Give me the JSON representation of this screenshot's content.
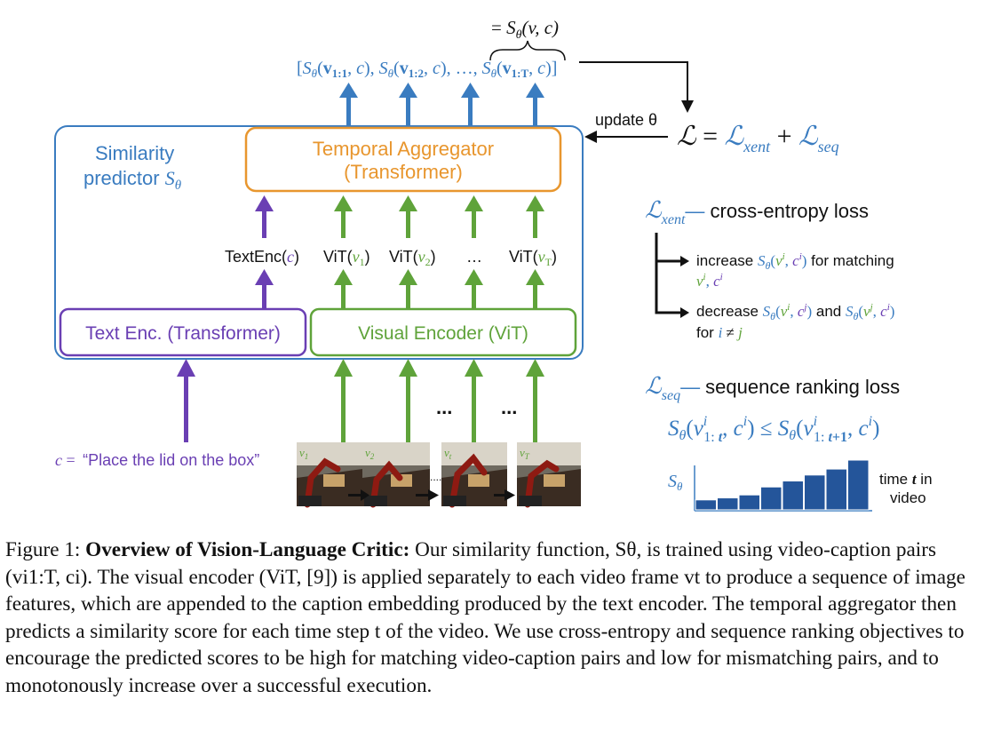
{
  "colors": {
    "blue": "#3a7cc0",
    "orange": "#e8962e",
    "purple": "#6a3fb3",
    "green": "#5fa33a",
    "black": "#111111",
    "bar_fill": "#24559a"
  },
  "top": {
    "equals_label": "= S",
    "equals_theta": "θ",
    "equals_args": "(v, c)",
    "scores_line": "[Sθ(v1:1, c), Sθ(v1:2, c), …, Sθ(v1:T, c)]"
  },
  "predictor": {
    "label_line1": "Similarity",
    "label_line2": "predictor S",
    "label_theta": "θ"
  },
  "aggregator": {
    "line1": "Temporal Aggregator",
    "line2": "(Transformer)"
  },
  "features": {
    "textenc": "TextEnc(",
    "textenc_arg": "c",
    "vit1": "ViT(",
    "vit1_arg": "v",
    "vit1_sub": "1",
    "vit2": "ViT(",
    "vit2_arg": "v",
    "vit2_sub": "2",
    "ellipsis": "…",
    "vitT": "ViT(",
    "vitT_arg": "v",
    "vitT_sub": "T",
    "close": ")"
  },
  "encoders": {
    "text": "Text Enc. (Transformer)",
    "visual": "Visual Encoder (ViT)"
  },
  "inputs": {
    "caption_var": "c =",
    "caption_text": "“Place the lid on the box”",
    "dots1": "...",
    "dots2": "...",
    "frame_labels": [
      "v1",
      "v2",
      "vt",
      "vT"
    ]
  },
  "loss": {
    "update_label": "update θ",
    "equation": "ℒ = ℒxent + ℒseq",
    "xent_symbol": "ℒxent",
    "xent_desc": "— cross-entropy loss",
    "increase_text": "increase",
    "increase_expr": "Sθ(vi, ci)",
    "increase_tail": "for matching",
    "increase_line2": "vi, ci",
    "decrease_text": "decrease",
    "decrease_expr1": "Sθ(vi, cj)",
    "decrease_and": "and",
    "decrease_expr2": "Sθ(vj, ci)",
    "decrease_line2": "for i ≠ j",
    "seq_symbol": "ℒseq",
    "seq_desc": "— sequence ranking loss",
    "rank_eq": "Sθ(vi1:t, ci) ≤ Sθ(vi1:t+1, ci)"
  },
  "chart_data": {
    "type": "bar",
    "ylabel": "Sθ",
    "xlabel": "time t in video",
    "values": [
      1,
      1.2,
      1.5,
      2.3,
      2.9,
      3.5,
      4.1,
      5.0
    ]
  },
  "caption": {
    "label": "Figure 1:",
    "bold": "Overview of Vision-Language Critic:",
    "text": "Our similarity function, Sθ, is trained using video-caption pairs (vi1:T, ci). The visual encoder (ViT, [9]) is applied separately to each video frame vt to produce a sequence of image features, which are appended to the caption embedding produced by the text encoder. The temporal aggregator then predicts a similarity score for each time step t of the video. We use cross-entropy and sequence ranking objectives to encourage the predicted scores to be high for matching video-caption pairs and low for mismatching pairs, and to monotonously increase over a successful execution."
  }
}
